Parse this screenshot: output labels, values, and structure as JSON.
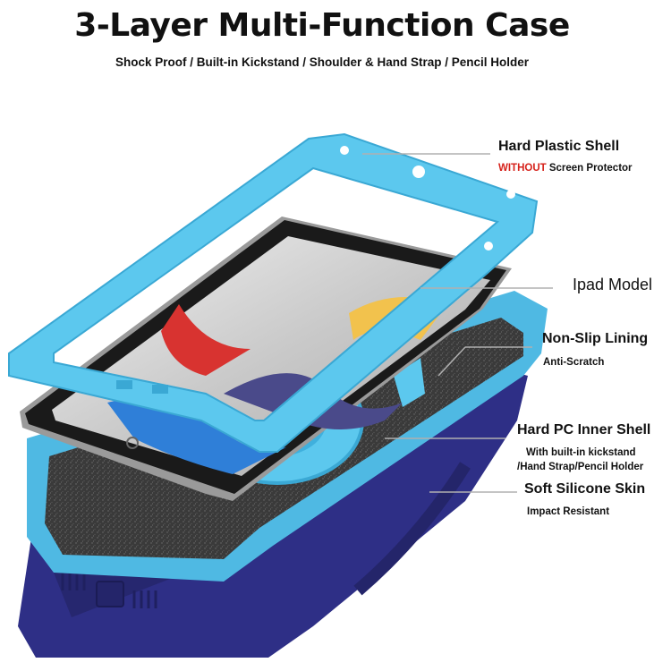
{
  "heading": {
    "title": "3-Layer Multi-Function Case",
    "subtitle": "Shock Proof / Built-in Kickstand / Shoulder & Hand Strap / Pencil Holder"
  },
  "callouts": {
    "shell": {
      "title": "Hard Plastic Shell",
      "warning": "WITHOUT",
      "note": " Screen Protector"
    },
    "ipad": {
      "title": "Ipad Model"
    },
    "lining": {
      "title": "Non-Slip Lining",
      "note": "Anti-Scratch"
    },
    "inner": {
      "title": "Hard PC Inner Shell",
      "note1": "With built-in kickstand",
      "note2": "/Hand Strap/Pencil Holder"
    },
    "skin": {
      "title": "Soft Silicone Skin",
      "note": "Impact Resistant"
    }
  },
  "colors": {
    "shell_blue": "#5cc8ee",
    "silicone_navy": "#2e2f86",
    "lining_gray": "#3c3c3c",
    "warning_red": "#d6221b"
  }
}
